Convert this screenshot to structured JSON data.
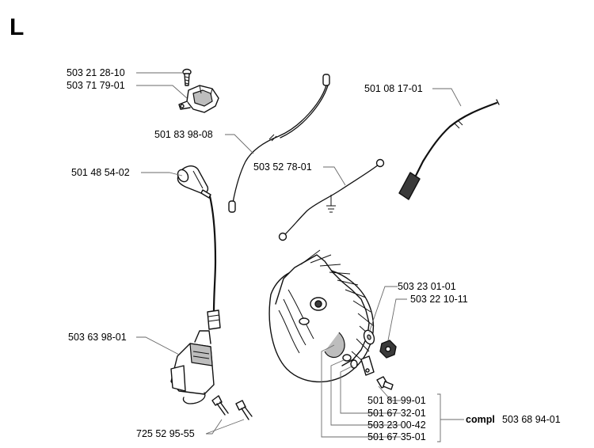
{
  "section_letter": "L",
  "parts": {
    "screw_top": "503 21 28-10",
    "bracket": "503 71 79-01",
    "ignition_cable": "501 83 98-08",
    "cable_right": "501 08 17-01",
    "plug_cap": "501 48 54-02",
    "ground_wire": "503 52 78-01",
    "ignition_module": "503 63 98-01",
    "washer_big": "503 23 01-01",
    "nut": "503 22 10-11",
    "screws_module": "725 52 95-55",
    "part_a": "501 81 99-01",
    "part_b": "501 67 32-01",
    "part_c": "503 23 00-42",
    "part_d": "501 67 35-01",
    "compl_label": "compl",
    "compl_number": "503 68 94-01"
  }
}
